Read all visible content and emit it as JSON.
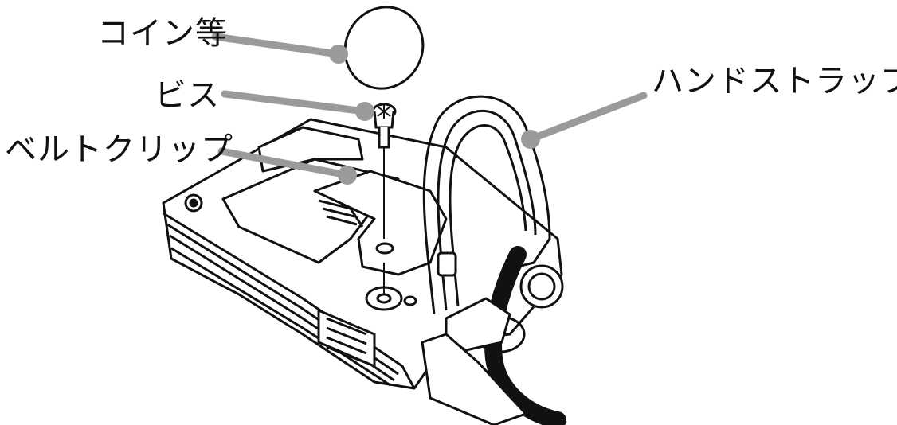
{
  "labels": {
    "coin": "コイン等",
    "screw": "ビス",
    "belt_clip": "ベルトクリップ",
    "hand_strap": "ハンドストラップ"
  },
  "colors": {
    "leader_line": "#9a9a9a",
    "outline": "#111111",
    "background": "#ffffff"
  }
}
